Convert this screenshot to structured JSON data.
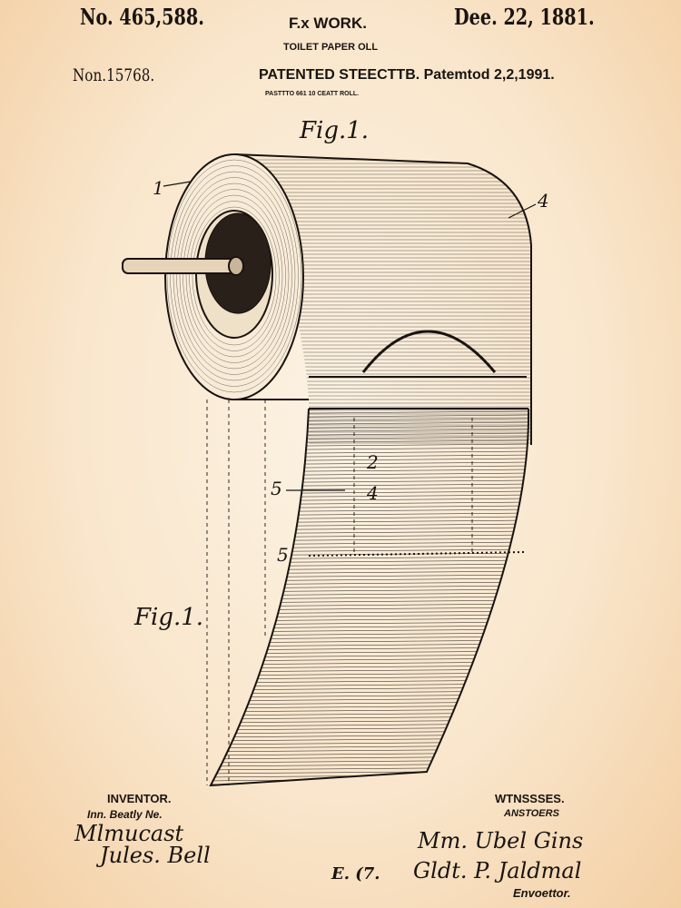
{
  "header": {
    "patent_no": "No. 465,588.",
    "inventor_heading": "F.x WORK.",
    "date": "Dee. 22, 1881.",
    "subtitle": "TOILET PAPER OLL",
    "serial_no": "Non.15768.",
    "patented_line": "PATENTED STEECTTB. Patemtod 2,2,1991.",
    "small_line": "PASTTTO 661 10 CEATT ROLL."
  },
  "figure": {
    "fig_label_top": "Fig.1.",
    "fig_label_side": "Fig.1.",
    "ref_labels": [
      "1",
      "4",
      "2",
      "4",
      "5",
      "5"
    ]
  },
  "footer": {
    "inventor_label": "INVENTOR.",
    "inventor_name": "Inn. Beatly Ne.",
    "inventor_signature_1": "Mlmucast",
    "inventor_signature_2": "Jules. Bell",
    "witnesses_label": "WTNSSSES.",
    "witnesses_sub": "ANSTOERS",
    "witness_signature_1": "Mm. Ubel Gins",
    "witness_signature_2": "Gldt. P. Jaldmal",
    "mark": "E. (7.",
    "attorney_label": "Envoettor."
  },
  "colors": {
    "paper_center": "#fcf3e4",
    "paper_edge": "#f3cfa3",
    "ink": "#1a1410"
  }
}
